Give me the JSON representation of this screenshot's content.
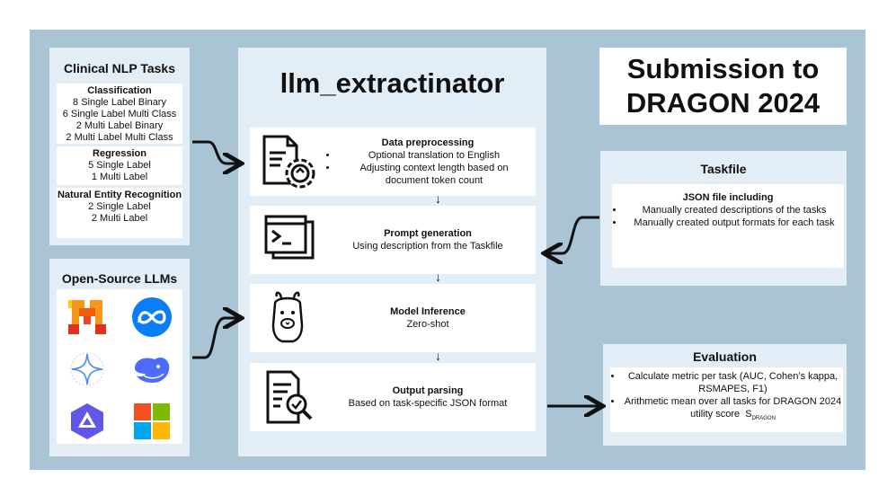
{
  "clinical": {
    "title": "Clinical NLP Tasks",
    "classification": {
      "heading": "Classification",
      "lines": [
        "8 Single Label Binary",
        "6 Single Label Multi Class",
        "2 Multi Label Binary",
        "2 Multi Label Multi Class"
      ]
    },
    "regression": {
      "heading": "Regression",
      "lines": [
        "5 Single Label",
        "1 Multi Label"
      ]
    },
    "ner": {
      "heading": "Natural Entity Recognition",
      "lines": [
        "2 Single Label",
        "2 Multi Label"
      ]
    }
  },
  "llms": {
    "title": "Open-Source LLMs",
    "logos": [
      "mistral-icon",
      "meta-icon",
      "gemma-icon",
      "deepseek-icon",
      "qwen-icon",
      "microsoft-icon"
    ]
  },
  "main": {
    "title": "llm_extractinator",
    "steps": {
      "preprocessing": {
        "heading": "Data preprocessing",
        "bullets": [
          "Optional translation to English",
          "Adjusting context length based on document token count"
        ]
      },
      "prompt": {
        "heading": "Prompt generation",
        "text": "Using description from the Taskfile"
      },
      "inference": {
        "heading": "Model Inference",
        "text": "Zero-shot"
      },
      "parsing": {
        "heading": "Output parsing",
        "text": "Based on task-specific JSON format"
      }
    }
  },
  "submission": {
    "line1": "Submission to",
    "line2": "DRAGON 2024"
  },
  "taskfile": {
    "title": "Taskfile",
    "heading": "JSON file including",
    "bullets": [
      "Manually created descriptions of the tasks",
      "Manually created output formats for each task"
    ]
  },
  "evaluation": {
    "title": "Evaluation",
    "bullet1": "Calculate metric per task (AUC, Cohen’s kappa, RSMAPES, F1)",
    "bullet2": "Arithmetic mean over all tasks for DRAGON 2024 utility score",
    "score_symbol": "S",
    "score_subscript": "DRAGON"
  },
  "colors": {
    "background": "#a9c4d5",
    "panel": "#e3edf5",
    "card": "#ffffff",
    "mistral_orange": "#f7951d",
    "meta_blue": "#0a7df8",
    "deepseek_blue": "#4d6bfe",
    "qwen_purple": "#6157e6",
    "ms_red": "#f25022",
    "ms_green": "#7fba00",
    "ms_blue": "#00a4ef",
    "ms_yellow": "#ffb900"
  }
}
